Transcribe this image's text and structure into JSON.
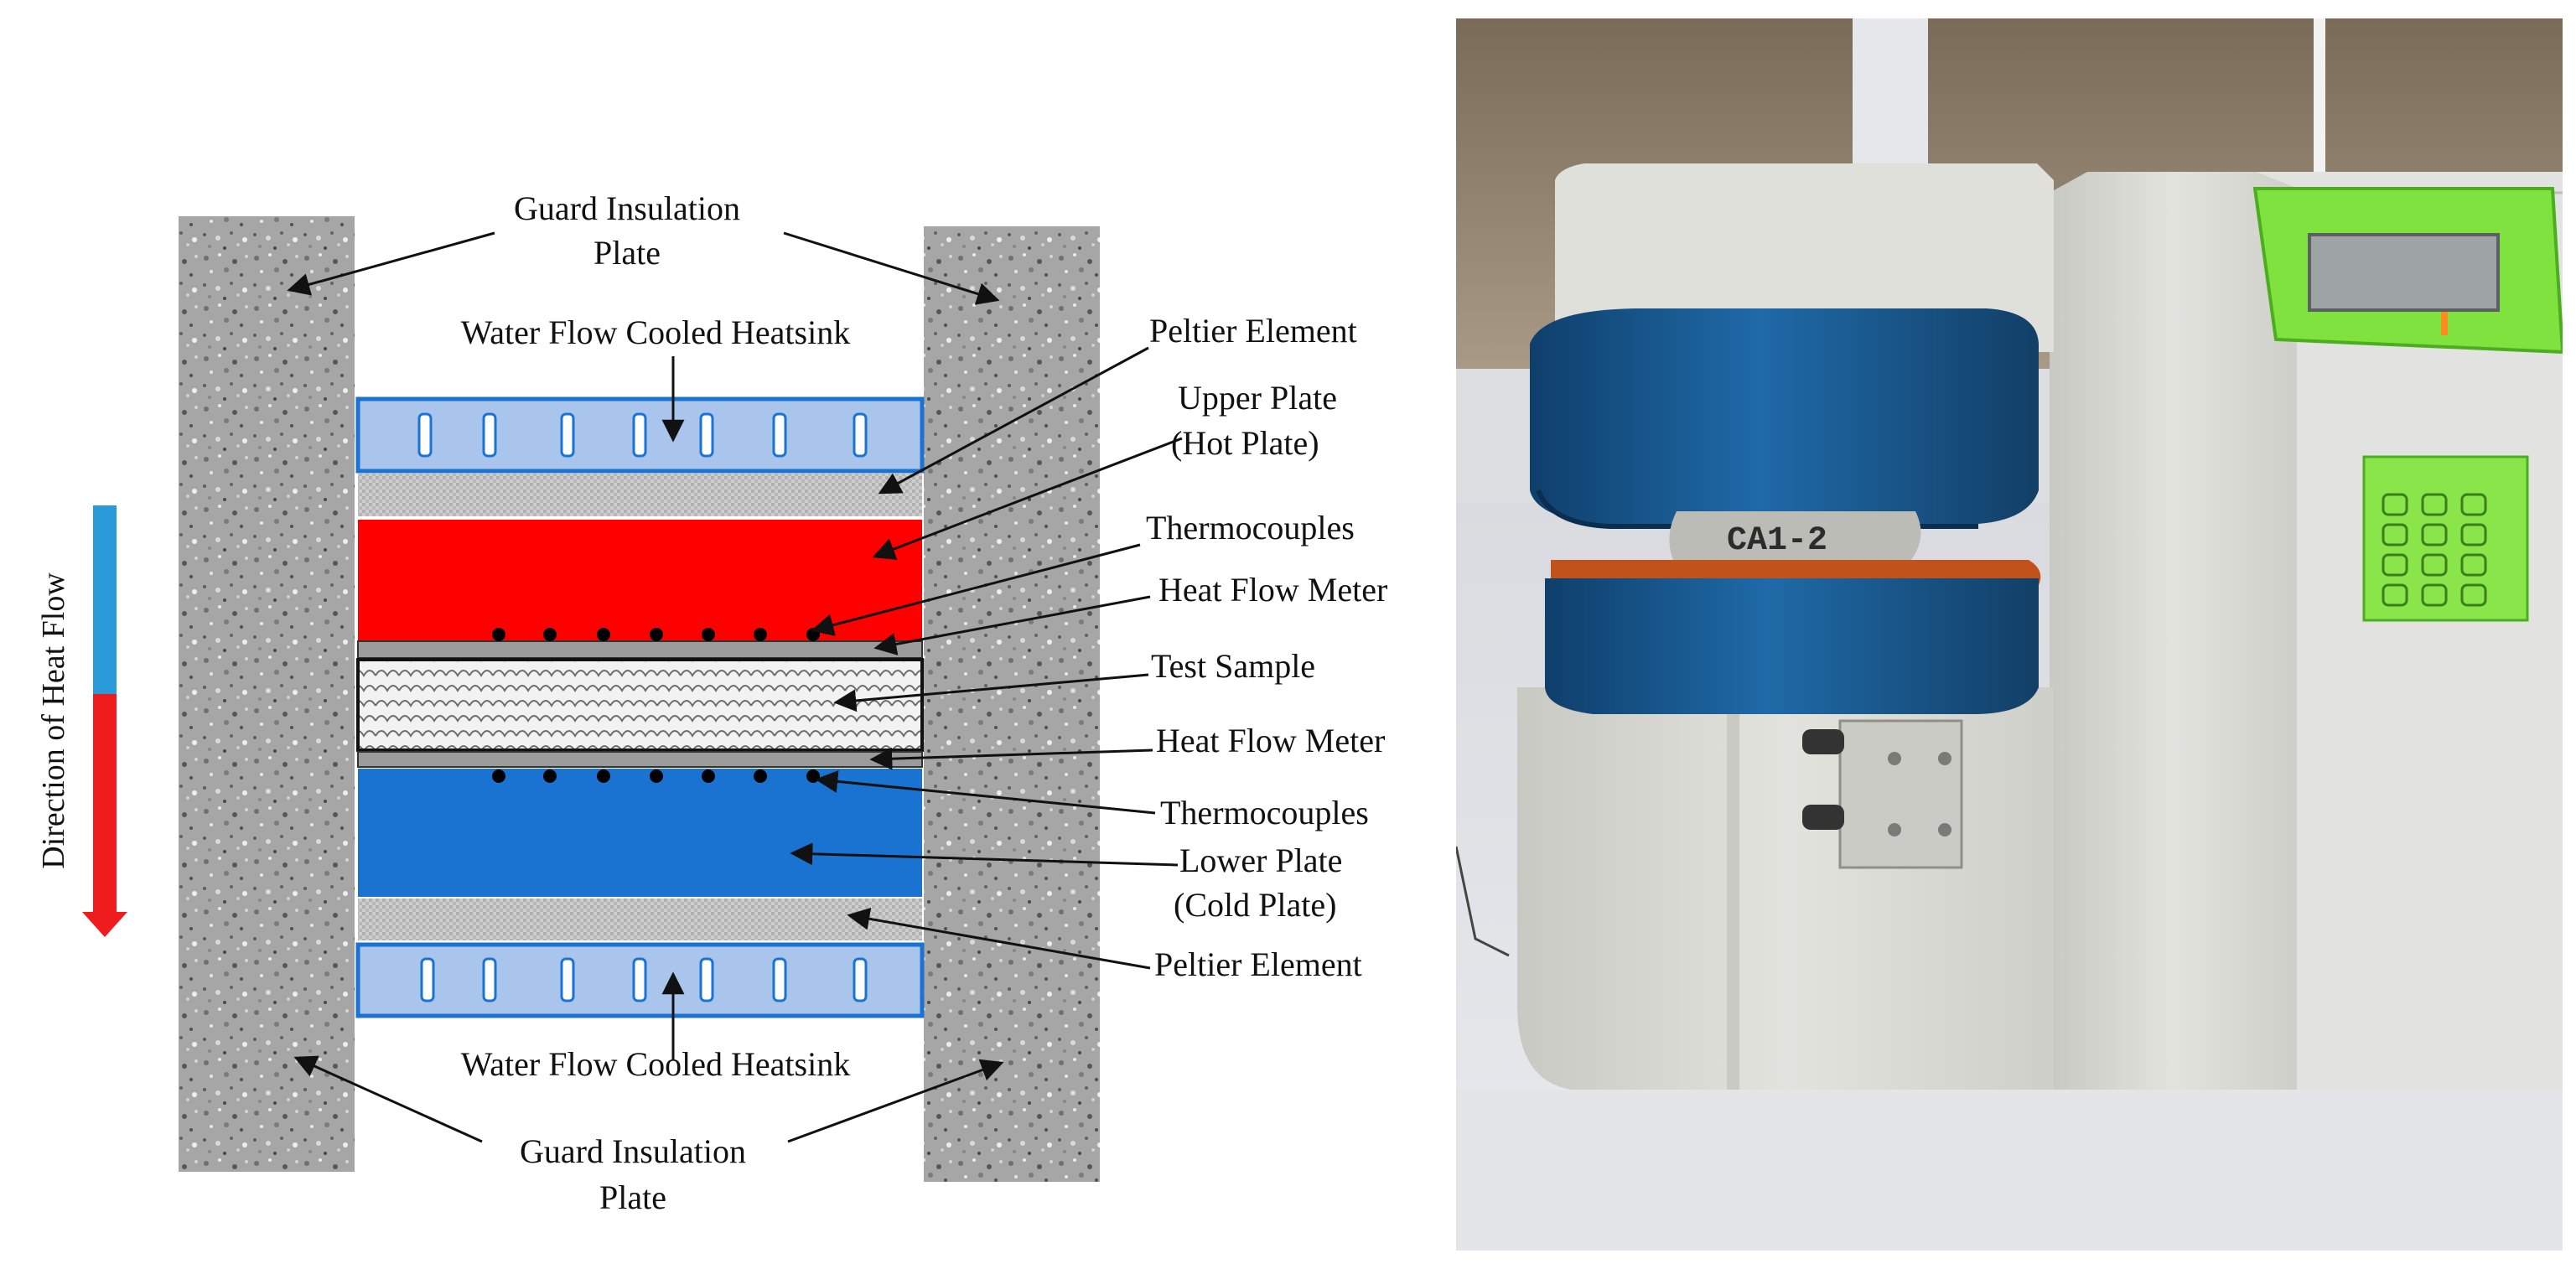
{
  "diagram": {
    "labels": {
      "guard_top_line1": "Guard Insulation",
      "guard_top_line2": "Plate",
      "heatsink_top": "Water Flow Cooled Heatsink",
      "peltier_top": "Peltier Element",
      "upper_plate_line1": "Upper Plate",
      "upper_plate_line2": "(Hot Plate)",
      "thermocouples_top": "Thermocouples",
      "heat_flow_meter_top": "Heat Flow Meter",
      "test_sample": "Test Sample",
      "heat_flow_meter_bottom": "Heat Flow Meter",
      "thermocouples_bottom": "Thermocouples",
      "lower_plate_line1": "Lower Plate",
      "lower_plate_line2": "(Cold Plate)",
      "peltier_bottom": "Peltier Element",
      "heatsink_bottom": "Water Flow Cooled Heatsink",
      "guard_bottom_line1": "Guard Insulation",
      "guard_bottom_line2": "Plate",
      "direction": "Direction of Heat Flow"
    },
    "colors": {
      "hot_plate": "#ff0000",
      "cold_plate": "#1a73d1",
      "heatsink": "#a9c5ec",
      "heatsink_border": "#1a73d1",
      "peltier": "#c8c8c8",
      "guard": "#a5a5a5",
      "arrow_blue": "#2a9ad8",
      "arrow_red": "#ee1c1c"
    }
  },
  "photo": {
    "sample_label": "CA1-2",
    "colors": {
      "housing": "#dcdcd6",
      "plates": "#1a5e96",
      "panel": "#7fe23f",
      "wall": "#8a7a68"
    }
  }
}
